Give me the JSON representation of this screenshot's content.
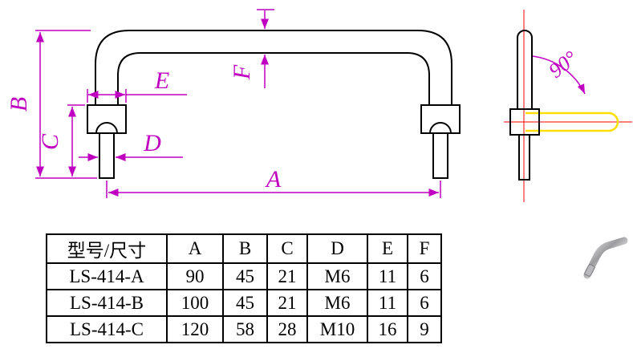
{
  "drawing": {
    "dimension_labels": {
      "A": "A",
      "B": "B",
      "C": "C",
      "D": "D",
      "E": "E",
      "F": "F"
    },
    "angle_label": "90°",
    "colors": {
      "outline": "#000000",
      "dimension": "#c000c0",
      "centerline": "#ff0000",
      "rotated_position_highlight": "#ffdf00"
    }
  },
  "table": {
    "headers": [
      "型号/尺寸",
      "A",
      "B",
      "C",
      "D",
      "E",
      "F"
    ],
    "rows": [
      [
        "LS-414-A",
        "90",
        "45",
        "21",
        "M6",
        "11",
        "6"
      ],
      [
        "LS-414-B",
        "100",
        "45",
        "21",
        "M6",
        "11",
        "6"
      ],
      [
        "LS-414-C",
        "120",
        "58",
        "28",
        "M10",
        "16",
        "9"
      ]
    ]
  },
  "photo": {
    "name": "handle-product-photo"
  }
}
